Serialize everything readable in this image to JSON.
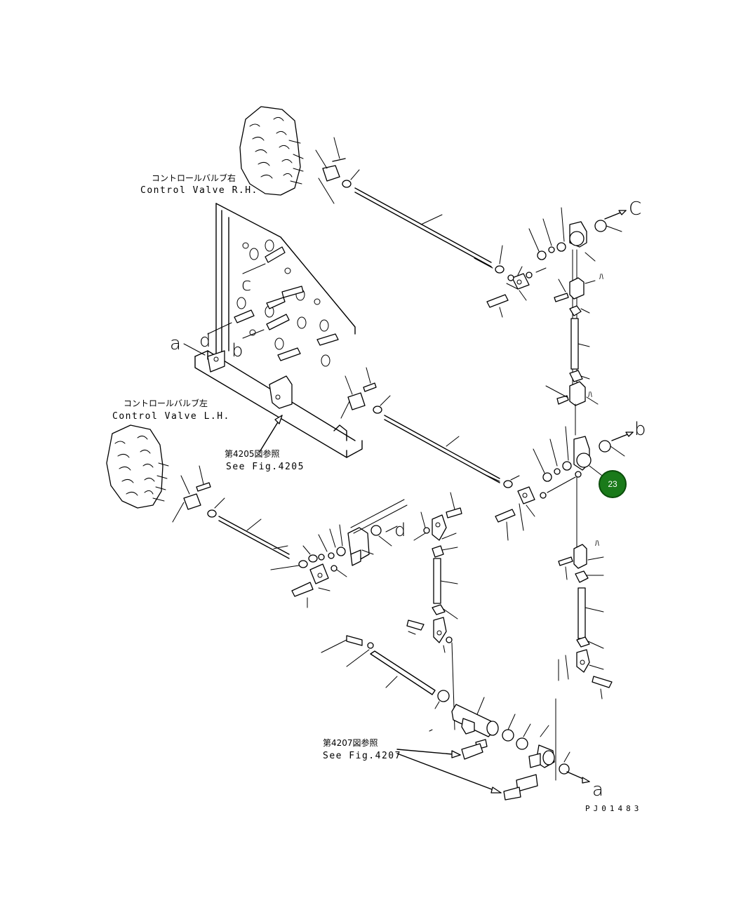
{
  "labels": {
    "valve_rh_jp": "コントロールバルブ右",
    "valve_rh_en": "Control Valve R.H.",
    "valve_lh_jp": "コントロールバルブ左",
    "valve_lh_en": "Control Valve L.H.",
    "fig4205_jp": "第4205図参照",
    "fig4205_en": "See Fig.4205",
    "fig4207_jp": "第4207図参照",
    "fig4207_en": "See Fig.4207",
    "drawing_no": "PJ01483"
  },
  "letters": {
    "a": "a",
    "b": "b",
    "c": "c",
    "d": "d",
    "A": "a",
    "B": "b",
    "C": "C",
    "D": "d"
  },
  "marker": {
    "label": "23",
    "color": "#1a7a1a"
  }
}
